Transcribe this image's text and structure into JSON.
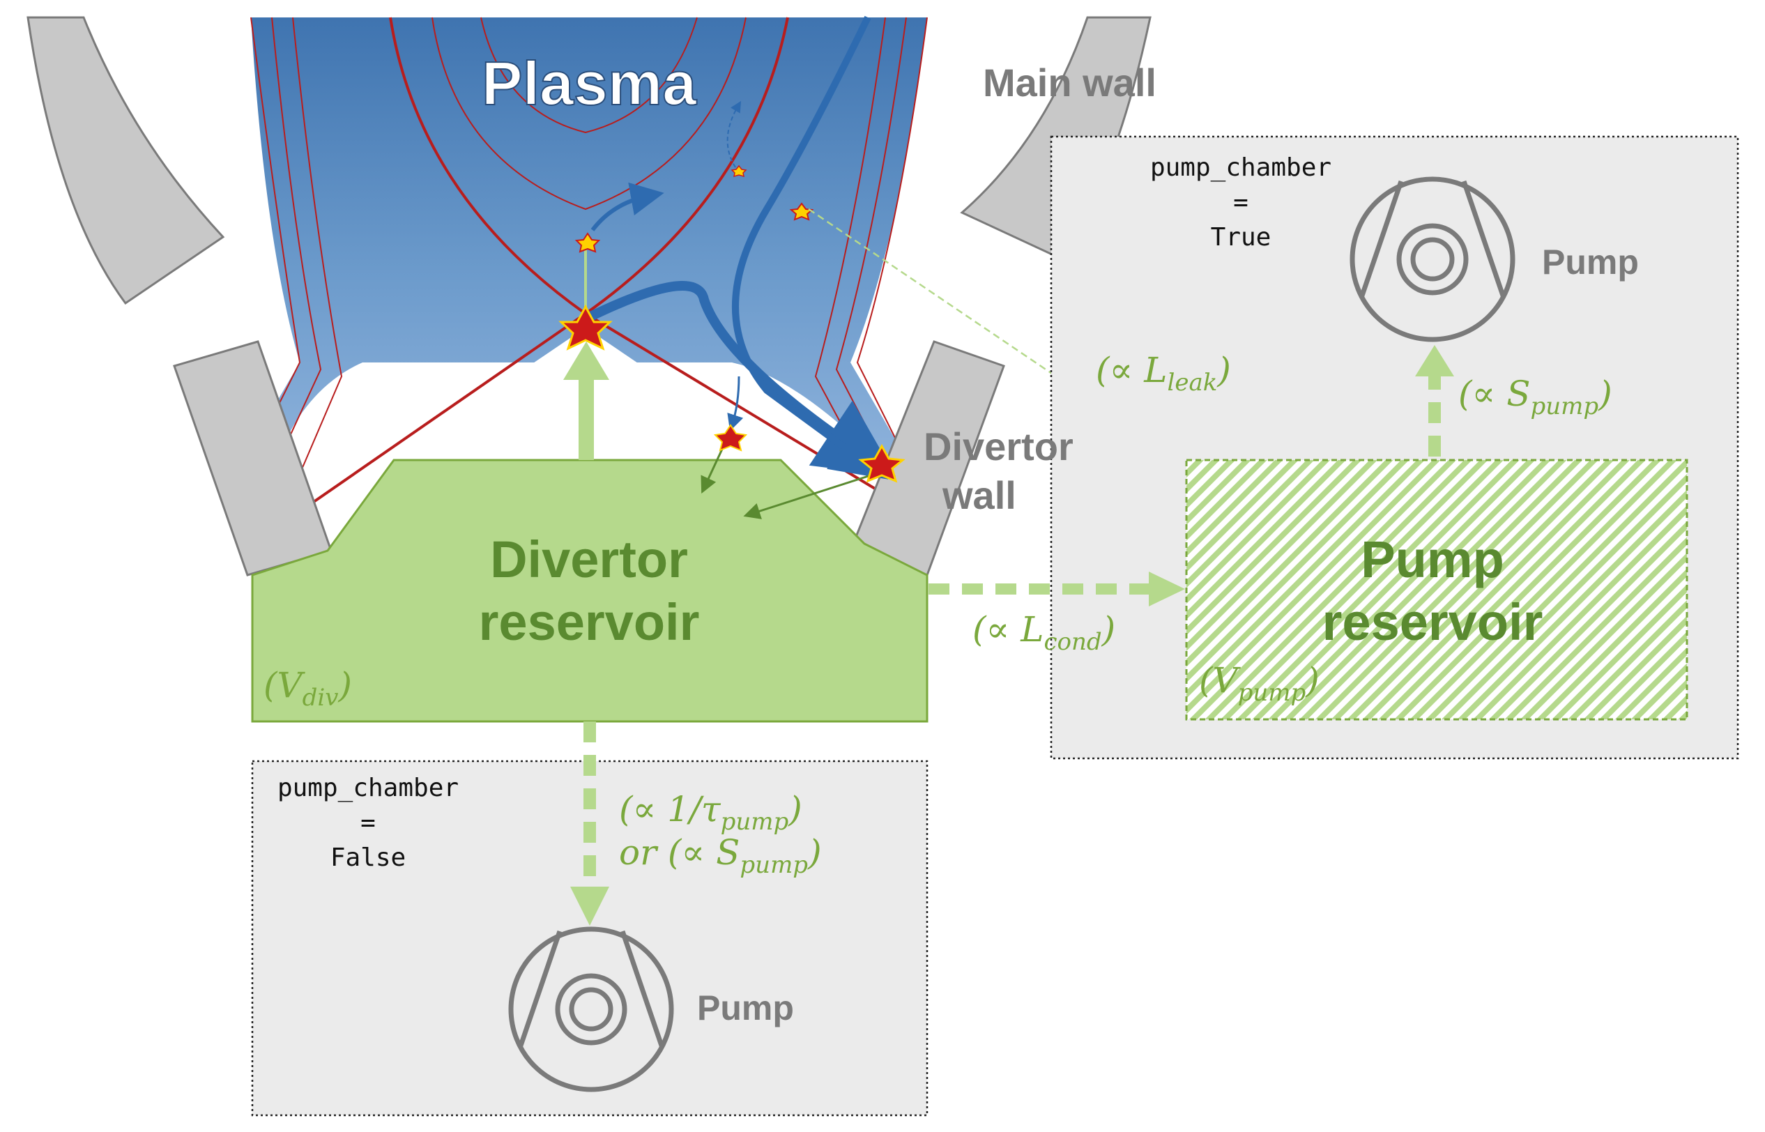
{
  "labels": {
    "plasma": "Plasma",
    "main_wall": "Main wall",
    "divertor_wall": [
      "Divertor",
      "wall"
    ],
    "divertor_reservoir": [
      "Divertor",
      "reservoir"
    ],
    "pump_reservoir": [
      "Pump",
      "reservoir"
    ],
    "pump": "Pump"
  },
  "math": {
    "v_div": {
      "open": "(",
      "sym": "V",
      "sub": "div",
      "close": ")"
    },
    "v_pump": {
      "open": "(",
      "sym": "V",
      "sub": "pump",
      "close": ")"
    },
    "l_leak": {
      "open": "(∝ ",
      "sym": "L",
      "sub": "leak",
      "close": ")"
    },
    "l_cond": {
      "open": "(∝ ",
      "sym": "L",
      "sub": "cond",
      "close": ")"
    },
    "s_pump_top": {
      "open": "(∝ ",
      "sym": "S",
      "sub": "pump",
      "close": ")"
    },
    "tau_pump": {
      "open": "(∝ 1/",
      "sym": "τ",
      "sub": "pump",
      "close": ")"
    },
    "s_pump_or": {
      "open": "or (∝ ",
      "sym": "S",
      "sub": "pump",
      "close": ")"
    }
  },
  "chamber_true": [
    "pump_chamber",
    "=",
    "True"
  ],
  "chamber_false": [
    "pump_chamber",
    "=",
    "False"
  ],
  "colors": {
    "plasma_blue": "#4a7fb5",
    "flux_red": "#b81d1d",
    "wall_gray": "#c8c8c8",
    "reservoir_green": "#b5d98c",
    "green_text": "#5a8a30",
    "math_green": "#7aa83c",
    "arrow_green": "#b5d98c",
    "gray_text": "#7a7a7a",
    "chamber_bg": "#ebebeb"
  }
}
